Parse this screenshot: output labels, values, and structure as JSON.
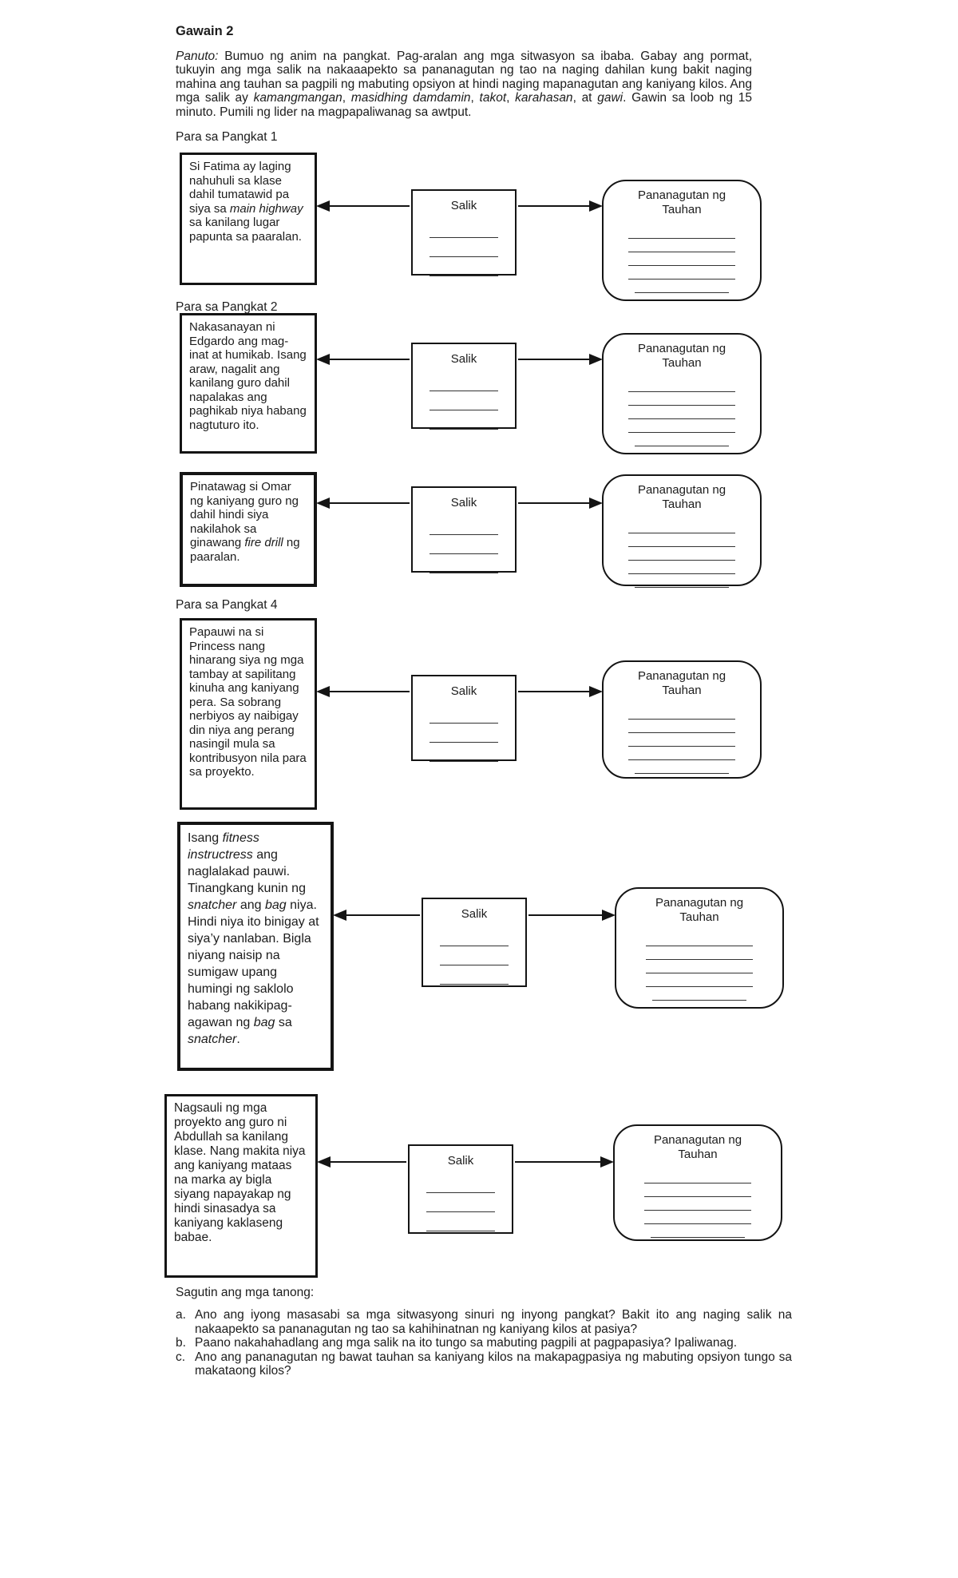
{
  "document": {
    "title": "Gawain 2",
    "instructions": [
      {
        "t": "Panuto:",
        "i": true
      },
      {
        "t": " Bumuo ng anim na pangkat. Pag-aralan ang mga sitwasyon sa ibaba. Gabay ang pormat, tukuyin ang mga salik na nakaaapekto sa pananagutan ng tao na naging dahilan kung bakit naging mahina ang tauhan sa pagpili ng mabuting opsiyon at hindi naging mapanagutan ang kaniyang kilos. Ang mga salik ay ",
        "i": false
      },
      {
        "t": "kamangmangan",
        "i": true
      },
      {
        "t": ", ",
        "i": false
      },
      {
        "t": "masidhing damdamin",
        "i": true
      },
      {
        "t": ", ",
        "i": false
      },
      {
        "t": "takot",
        "i": true
      },
      {
        "t": ", ",
        "i": false
      },
      {
        "t": "karahasan",
        "i": true
      },
      {
        "t": ", at ",
        "i": false
      },
      {
        "t": "gawi",
        "i": true
      },
      {
        "t": ". Gawin sa loob ng 15 minuto. Pumili ng lider na magpapaliwanag sa awtput.",
        "i": false
      }
    ],
    "questions_heading": "Sagutin ang mga tanong:",
    "questions": [
      {
        "marker": "a.",
        "text": [
          {
            "t": "Ano ang iyong masasabi sa mga sitwasyong sinuri ng inyong pangkat? Bakit ito ang naging salik na nakaapekto sa pananagutan ng tao sa kahihinatnan ng kaniyang kilos at pasiya?",
            "i": false
          }
        ]
      },
      {
        "marker": "b.",
        "text": [
          {
            "t": "Paano nakahahadlang ang mga salik na ito tungo sa mabuting pagpili at pagpapasiya? Ipaliwanag.",
            "i": false
          }
        ]
      },
      {
        "marker": "c.",
        "text": [
          {
            "t": "Ano ang pananagutan ng bawat tauhan sa kaniyang kilos na makapagpasiya ng mabuting opsiyon tungo sa makataong kilos?",
            "i": false
          }
        ]
      }
    ]
  },
  "shared": {
    "salik_label": "Salik",
    "pananagutan_label": "Pananagutan ng Tauhan"
  },
  "diagrams": [
    {
      "label": "Para sa Pangkat 1",
      "scenario": [
        {
          "t": "Si Fatima ay laging nahuhuli sa klase dahil tumatawid pa siya sa ",
          "i": false
        },
        {
          "t": "main highway",
          "i": true
        },
        {
          "t": " sa kanilang lugar papunta sa paaralan.",
          "i": false
        }
      ]
    },
    {
      "label": "Para sa Pangkat 2",
      "scenario": [
        {
          "t": "Nakasanayan ni Edgardo ang mag-inat at humikab. Isang araw, nagalit ang kanilang guro dahil napalakas ang paghikab niya habang nagtuturo ito.",
          "i": false
        }
      ]
    },
    {
      "label": "",
      "scenario": [
        {
          "t": "Pinatawag si Omar ng kaniyang guro ng dahil hindi siya nakilahok sa ginawang ",
          "i": false
        },
        {
          "t": "fire drill",
          "i": true
        },
        {
          "t": " ng paaralan.",
          "i": false
        }
      ]
    },
    {
      "label": "Para sa Pangkat 4",
      "scenario": [
        {
          "t": "Papauwi na si Princess nang hinarang siya ng mga tambay at sapilitang kinuha ang kaniyang pera. Sa sobrang nerbiyos ay naibigay din niya ang perang nasingil mula sa kontribusyon nila para sa proyekto.",
          "i": false
        }
      ]
    },
    {
      "label": "",
      "scenario": [
        {
          "t": "Isang ",
          "i": false
        },
        {
          "t": "fitness instructress",
          "i": true
        },
        {
          "t": " ang naglalakad pauwi. Tinangkang kunin ng ",
          "i": false
        },
        {
          "t": "snatcher",
          "i": true
        },
        {
          "t": " ang ",
          "i": false
        },
        {
          "t": "bag",
          "i": true
        },
        {
          "t": " niya. Hindi niya ito binigay at siya’y nanlaban. Bigla niyang naisip na sumigaw upang humingi ng saklolo habang nakikipag-agawan ng ",
          "i": false
        },
        {
          "t": "bag",
          "i": true
        },
        {
          "t": " sa ",
          "i": false
        },
        {
          "t": "snatcher",
          "i": true
        },
        {
          "t": ".",
          "i": false
        }
      ]
    },
    {
      "label": "",
      "scenario": [
        {
          "t": "Nagsauli ng mga proyekto ang guro ni Abdullah sa kanilang klase. Nang makita niya ang kaniyang mataas na marka ay bigla siyang napayakap ng hindi sinasadya sa kaniyang kaklaseng babae.",
          "i": false
        }
      ]
    }
  ]
}
